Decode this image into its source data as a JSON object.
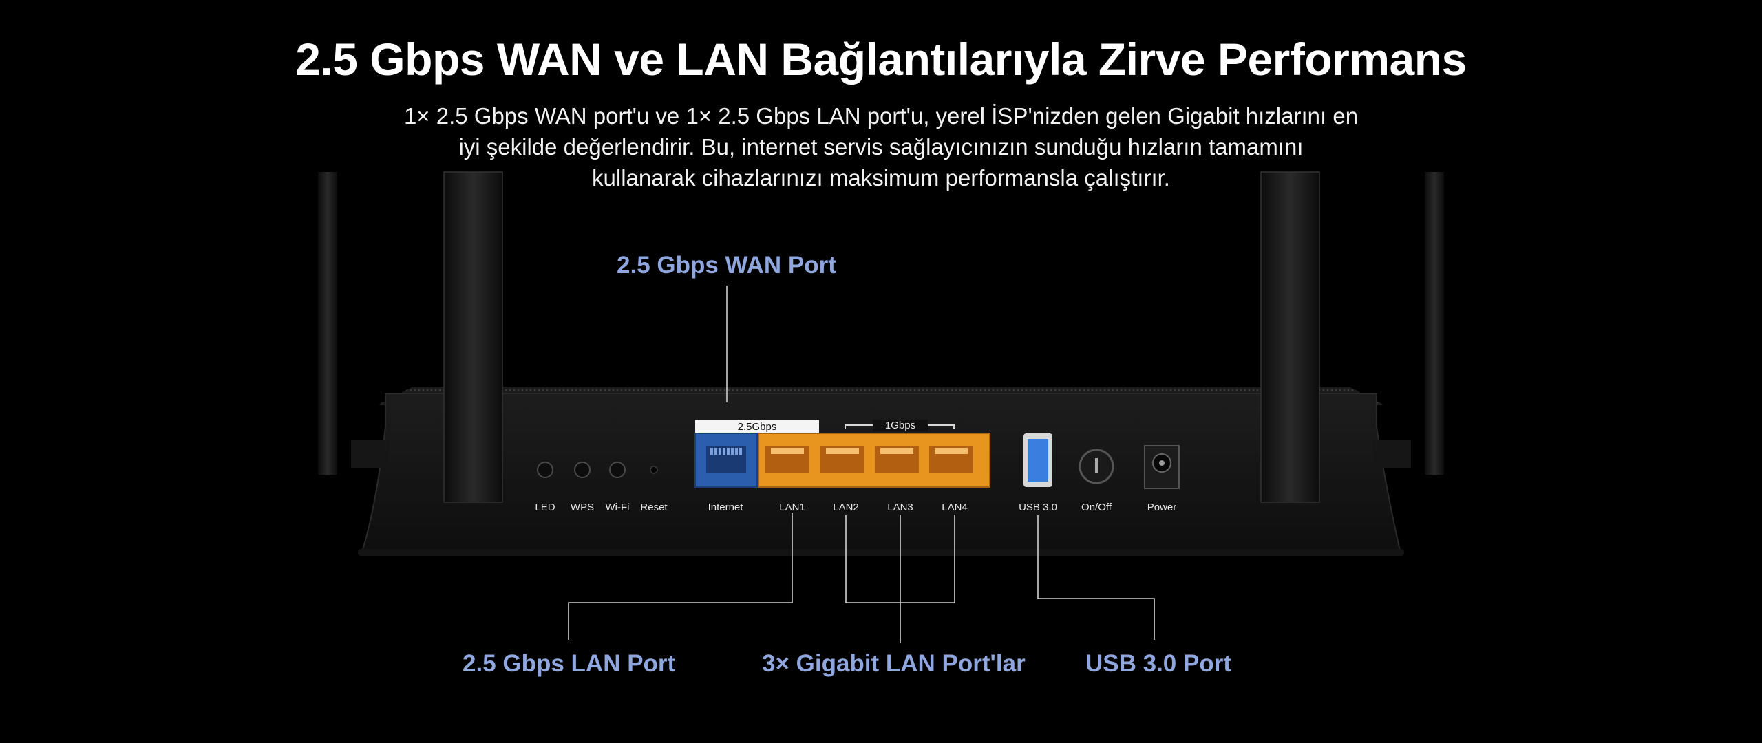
{
  "headline": "2.5 Gbps WAN ve LAN Bağlantılarıyla Zirve Performans",
  "description": {
    "line1": "1× 2.5 Gbps WAN port'u ve 1× 2.5 Gbps LAN port'u, yerel İSP'nizden gelen Gigabit hızlarını en",
    "line2": "iyi şekilde değerlendirir. Bu, internet servis sağlayıcınızın sunduğu hızların tamamını",
    "line3": "kullanarak cihazlarınızı maksimum performansla çalıştırır."
  },
  "callouts": {
    "wan": "2.5 Gbps WAN Port",
    "lan25": "2.5 Gbps LAN Port",
    "gigabit": "3× Gigabit LAN Port'lar",
    "usb": "USB 3.0 Port"
  },
  "router": {
    "speed_25": "2.5Gbps",
    "speed_1": "1Gbps",
    "labels": {
      "led": "LED",
      "wps": "WPS",
      "wifi": "Wi-Fi",
      "reset": "Reset",
      "internet": "Internet",
      "lan1": "LAN1",
      "lan2": "LAN2",
      "lan3": "LAN3",
      "lan4": "LAN4",
      "usb": "USB 3.0",
      "onoff": "On/Off",
      "power": "Power"
    }
  },
  "colors": {
    "accent": "#8fa6df",
    "wan_port": "#2b5fae",
    "lan_ports": "#e8951f",
    "usb_port": "#3a7ee0",
    "background": "#000000"
  }
}
